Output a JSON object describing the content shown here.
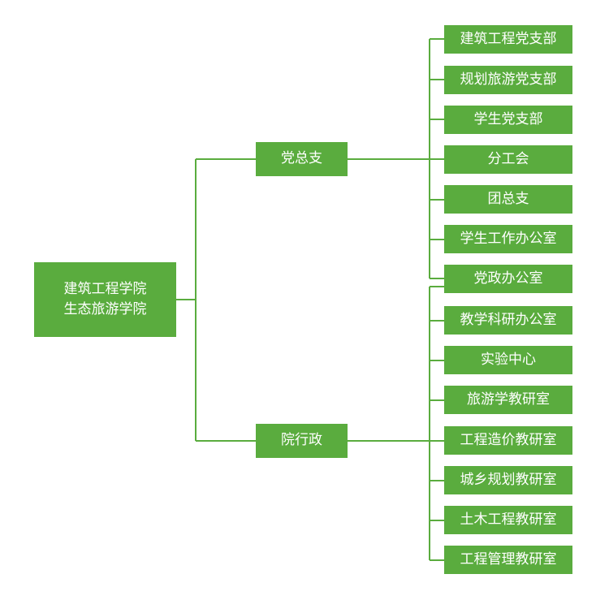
{
  "root": {
    "line1": "建筑工程学院",
    "line2": "生态旅游学院"
  },
  "branches": [
    {
      "label": "党总支",
      "children": [
        "建筑工程党支部",
        "规划旅游党支部",
        "学生党支部",
        "分工会",
        "团总支",
        "学生工作办公室",
        "党政办公室"
      ]
    },
    {
      "label": "院行政",
      "children": [
        "教学科研办公室",
        "实验中心",
        "旅游学教研室",
        "工程造价教研室",
        "城乡规划教研室",
        "土木工程教研室",
        "工程管理教研室"
      ]
    }
  ],
  "colors": {
    "node": "#5aac3e",
    "line": "#5aac3e",
    "text": "#ffffff"
  }
}
